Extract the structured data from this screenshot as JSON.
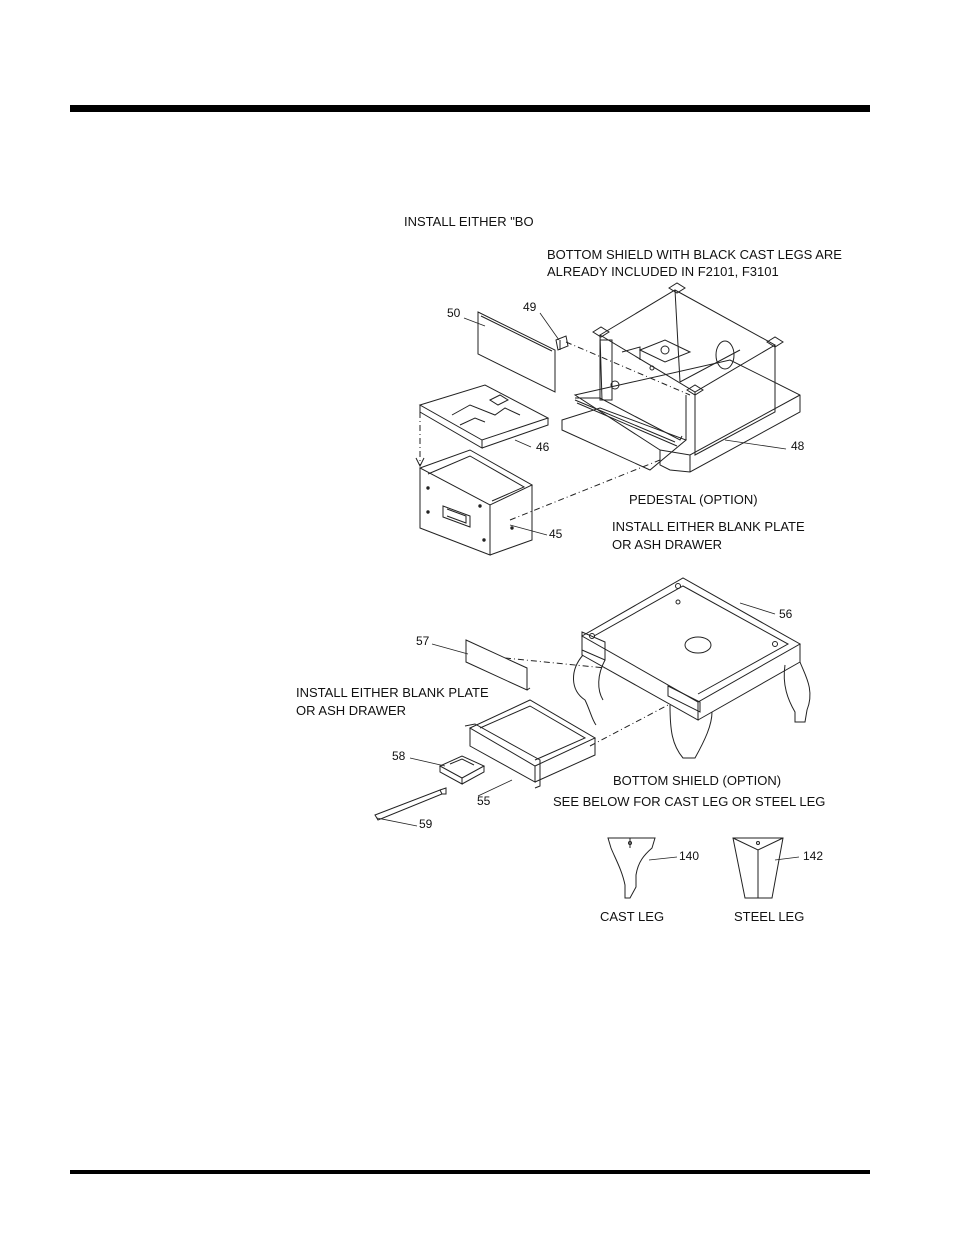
{
  "notes": {
    "install_either_bo": "INSTALL EITHER \"BO",
    "bottom_shield_line1": "BOTTOM SHIELD WITH BLACK CAST LEGS ARE",
    "bottom_shield_line2": "ALREADY INCLUDED IN F2101, F3101",
    "pedestal_option": "PEDESTAL (OPTION)",
    "install_either_upper_line1": "INSTALL EITHER BLANK PLATE",
    "install_either_upper_line2": "OR ASH DRAWER",
    "install_either_lower_line1": "INSTALL EITHER BLANK PLATE",
    "install_either_lower_line2": "OR ASH DRAWER",
    "bottom_shield_option": "BOTTOM SHIELD (OPTION)",
    "see_below": "SEE BELOW FOR CAST LEG OR STEEL LEG",
    "cast_leg": "CAST LEG",
    "steel_leg": "STEEL LEG"
  },
  "parts": {
    "p50": "50",
    "p49": "49",
    "p46": "46",
    "p48": "48",
    "p45": "45",
    "p56": "56",
    "p57": "57",
    "p58": "58",
    "p55": "55",
    "p59": "59",
    "p140": "140",
    "p142": "142"
  }
}
